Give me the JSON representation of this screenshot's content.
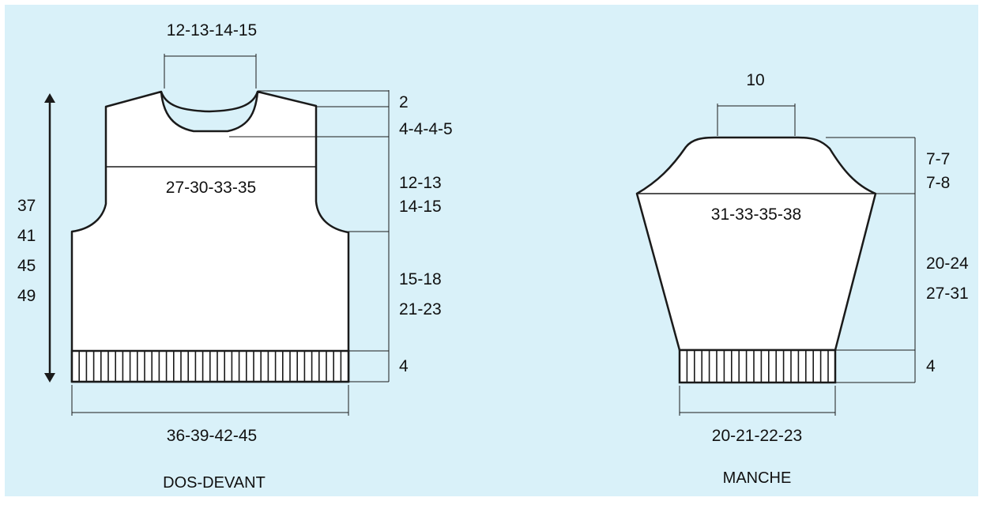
{
  "colors": {
    "background": "#d9f1f9",
    "piece_fill": "#ffffff",
    "line": "#1a1a1a"
  },
  "dos_devant": {
    "title": "DOS-DEVANT",
    "neck_width": "12-13-14-15",
    "shoulder_drop": "2",
    "neck_depth": "4-4-4-5",
    "chest_width": "27-30-33-35",
    "armhole_height_a": "12-13",
    "armhole_height_b": "14-15",
    "body_height_a": "15-18",
    "body_height_b": "21-23",
    "rib_height": "4",
    "bottom_width": "36-39-42-45",
    "total_length": [
      "37",
      "41",
      "45",
      "49"
    ]
  },
  "manche": {
    "title": "MANCHE",
    "top_width": "10",
    "cap_height_a": "7-7",
    "cap_height_b": "7-8",
    "upper_width": "31-33-35-38",
    "length_a": "20-24",
    "length_b": "27-31",
    "rib_height": "4",
    "cuff_width": "20-21-22-23"
  }
}
